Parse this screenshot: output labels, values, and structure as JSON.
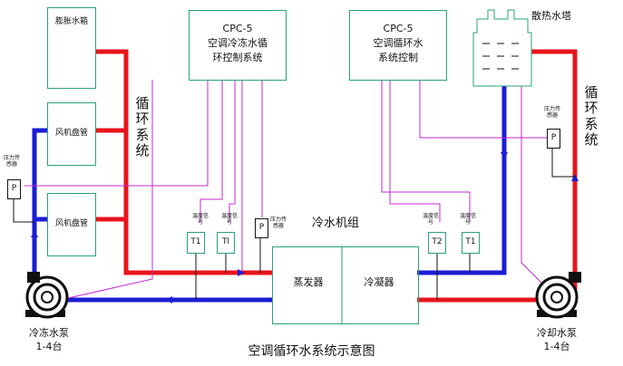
{
  "title": "空调循环水系统示意图",
  "expansion_tank": {
    "label": "膨胀水箱"
  },
  "fan_coils": [
    {
      "label": "风机盘管"
    },
    {
      "label": "风机盘管"
    }
  ],
  "controllers": {
    "left": {
      "line1": "CPC-5",
      "line2": "空调冷冻水循",
      "line3": "环控制系统"
    },
    "right": {
      "line1": "CPC-5",
      "line2": "空调循环水",
      "line3": "系统控制"
    }
  },
  "cooling_tower": {
    "label": "散热水塔"
  },
  "circulation_left": "循环系统",
  "circulation_right": "循环系统",
  "chiller": {
    "label": "冷水机组",
    "evaporator": "蒸发器",
    "condenser": "冷凝器"
  },
  "pressure_sensor": "压力传感器",
  "sensors": {
    "t1a": "T1",
    "t1b": "Tl",
    "p": "P",
    "t2": "T2",
    "t1c": "T1",
    "p_left": "P",
    "p_right": "P"
  },
  "signal_labels": {
    "t1a": "温度信号",
    "t1b": "温度信号",
    "t2": "温度信号",
    "t1c": "温度信号"
  },
  "pumps": {
    "left": {
      "name": "冷冻水泵",
      "count": "1-4台"
    },
    "right": {
      "name": "冷却水泵",
      "count": "1-4台"
    }
  },
  "colors": {
    "supply": "#e8141b",
    "return": "#1c1cd6",
    "signal": "#c42ad0",
    "equipment": "#2aa37a"
  }
}
